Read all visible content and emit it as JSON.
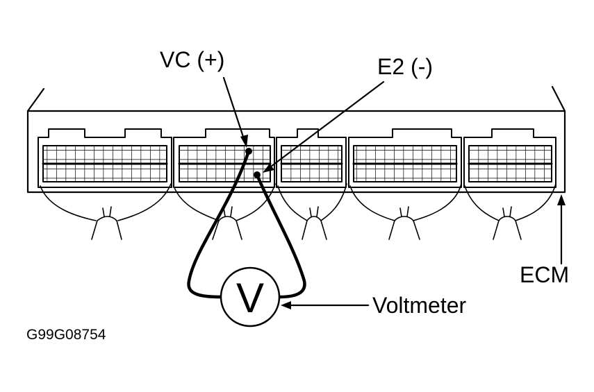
{
  "labels": {
    "vc_probe": "VC (+)",
    "e2_probe": "E2 (-)",
    "ecm": "ECM",
    "voltmeter": "Voltmeter",
    "figure_code": "G99G08754"
  },
  "meter_symbol": "V",
  "colors": {
    "line": "#000000",
    "background": "#ffffff"
  }
}
